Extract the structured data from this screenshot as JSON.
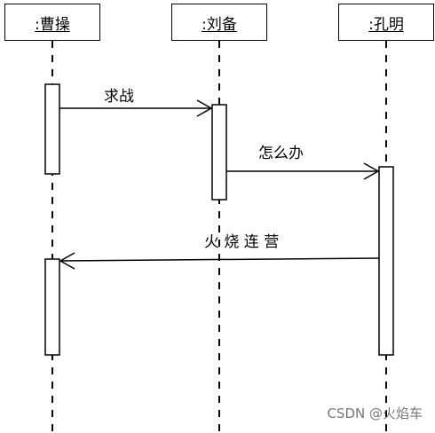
{
  "participants": [
    {
      "label": ":曹操"
    },
    {
      "label": ":刘备"
    },
    {
      "label": ":孔明"
    }
  ],
  "messages": [
    {
      "label": "求战"
    },
    {
      "label": "怎么办"
    },
    {
      "label": "火 烧 连 营"
    }
  ],
  "watermark": "CSDN @火焰车"
}
